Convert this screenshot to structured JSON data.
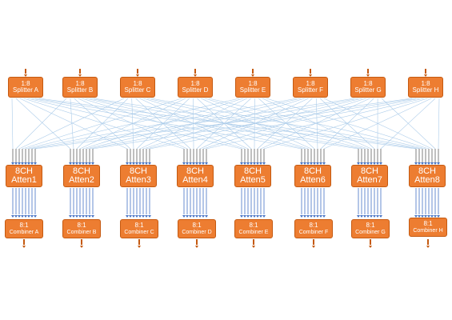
{
  "colors": {
    "block_fill": "#ed7d31",
    "block_border": "#c55a11",
    "block_text": "#ffffff",
    "link": "#9dc3e6",
    "arrow": "#4472c4",
    "io_arrow": "#c55a11"
  },
  "splitters": [
    {
      "ratio": "1:8",
      "name": "Splitter A"
    },
    {
      "ratio": "1:8",
      "name": "Splitter B"
    },
    {
      "ratio": "1:8",
      "name": "Splitter C"
    },
    {
      "ratio": "1:8",
      "name": "Splitter D"
    },
    {
      "ratio": "1:8",
      "name": "Splitter E"
    },
    {
      "ratio": "1:8",
      "name": "Splitter F"
    },
    {
      "ratio": "1:8",
      "name": "Splitter G"
    },
    {
      "ratio": "1:8",
      "name": "Splitter H"
    }
  ],
  "attenuators": [
    {
      "channels": "8CH",
      "name": "Atten1"
    },
    {
      "channels": "8CH",
      "name": "Atten2"
    },
    {
      "channels": "8CH",
      "name": "Atten3"
    },
    {
      "channels": "8CH",
      "name": "Atten4"
    },
    {
      "channels": "8CH",
      "name": "Atten5"
    },
    {
      "channels": "8CH",
      "name": "Atten6"
    },
    {
      "channels": "8CH",
      "name": "Atten7"
    },
    {
      "channels": "8CH",
      "name": "Atten8"
    }
  ],
  "combiners": [
    {
      "ratio": "8:1",
      "name": "Combiner A"
    },
    {
      "ratio": "8:1",
      "name": "Combiner B"
    },
    {
      "ratio": "8:1",
      "name": "Combiner C"
    },
    {
      "ratio": "8:1",
      "name": "Combiner D"
    },
    {
      "ratio": "8:1",
      "name": "Combiner E"
    },
    {
      "ratio": "8:1",
      "name": "Combiner F"
    },
    {
      "ratio": "8:1",
      "name": "Combiner G"
    },
    {
      "ratio": "8:1",
      "name": "Combiner H"
    }
  ]
}
